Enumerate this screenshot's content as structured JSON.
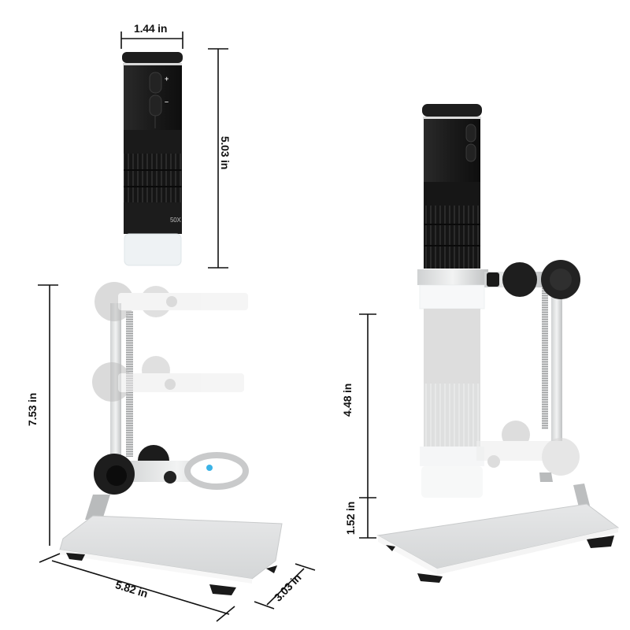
{
  "image": {
    "description": "Handheld digital microscope with aluminum stand, dimension diagram",
    "background": "#ffffff"
  },
  "dimensions": {
    "camera_width": "1.44 in",
    "camera_height": "5.03 in",
    "stand_height": "7.53 in",
    "base_length": "5.82 in",
    "base_depth": "3.03 in",
    "holder_travel": "4.48 in",
    "min_clearance": "1.52 in"
  },
  "camera": {
    "zoom_plus_label": "+",
    "zoom_minus_label": "–",
    "magnification_label": "50X"
  },
  "colors": {
    "camera_body": "#1c1c1c",
    "camera_grip": "#111111",
    "lens_cap": "#e9eef0",
    "aluminum": "#d9dadb",
    "aluminum_dark": "#b9bbbc",
    "knob_black": "#1a1a1a",
    "led_blue": "#3bb3e6",
    "dim_line": "#111111"
  }
}
